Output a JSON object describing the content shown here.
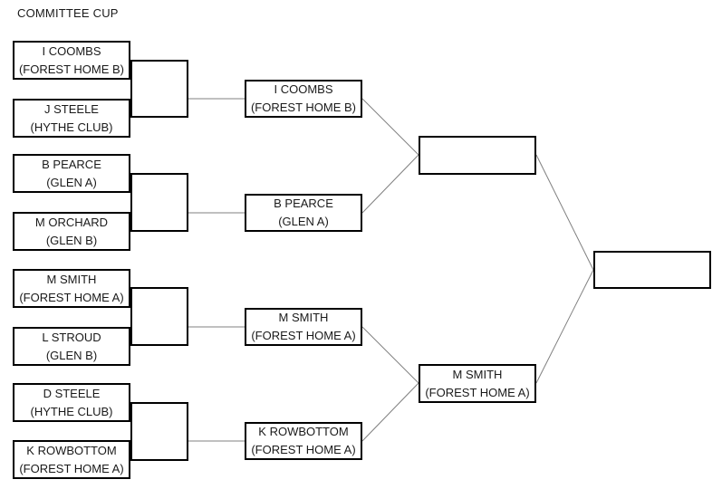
{
  "title": "COMMITTEE CUP",
  "colors": {
    "background": "#ffffff",
    "box_border": "#000000",
    "connector_line": "#808080",
    "text": "#1a1a1a"
  },
  "bracket": {
    "round1": [
      {
        "name": "I COOMBS",
        "club": "(FOREST HOME B)"
      },
      {
        "name": "J STEELE",
        "club": "(HYTHE CLUB)"
      },
      {
        "name": "B PEARCE",
        "club": "(GLEN A)"
      },
      {
        "name": "M ORCHARD",
        "club": "(GLEN B)"
      },
      {
        "name": "M SMITH",
        "club": "(FOREST HOME A)"
      },
      {
        "name": "L STROUD",
        "club": "(GLEN B)"
      },
      {
        "name": "D STEELE",
        "club": "(HYTHE CLUB)"
      },
      {
        "name": "K ROWBOTTOM",
        "club": "(FOREST HOME A)"
      }
    ],
    "round2": [
      {
        "name": "I COOMBS",
        "club": "(FOREST HOME B)"
      },
      {
        "name": "B PEARCE",
        "club": "(GLEN A)"
      },
      {
        "name": "M SMITH",
        "club": "(FOREST HOME A)"
      },
      {
        "name": "K ROWBOTTOM",
        "club": "(FOREST HOME A)"
      }
    ],
    "semifinals": [
      {
        "name": "",
        "club": ""
      },
      {
        "name": "M SMITH",
        "club": "(FOREST HOME A)"
      }
    ],
    "final": [
      {
        "name": "",
        "club": ""
      }
    ]
  }
}
